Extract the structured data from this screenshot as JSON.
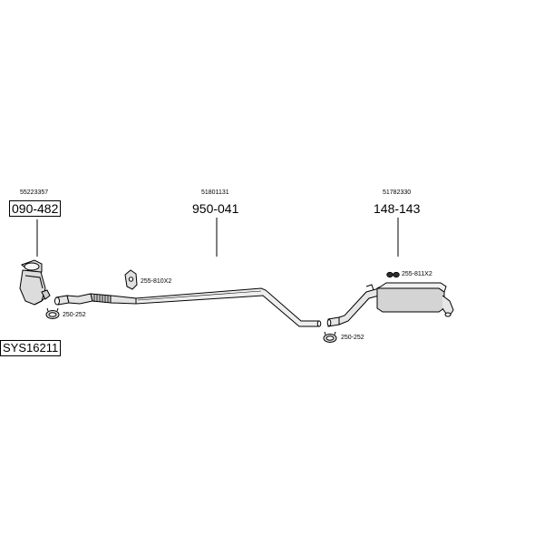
{
  "system": {
    "code": "SYS16211"
  },
  "parts": [
    {
      "oe_number": "55223357",
      "part_number": "090-482"
    },
    {
      "oe_number": "51801131",
      "part_number": "950-041"
    },
    {
      "oe_number": "51782330",
      "part_number": "148-143"
    }
  ],
  "accessories": [
    {
      "code": "250-252",
      "icon": "clamp-icon"
    },
    {
      "code": "255-810X2",
      "icon": "rubber-hanger-icon"
    },
    {
      "code": "250-252",
      "icon": "clamp-icon"
    },
    {
      "code": "255-811X2",
      "icon": "rubber-ring-icon"
    }
  ]
}
